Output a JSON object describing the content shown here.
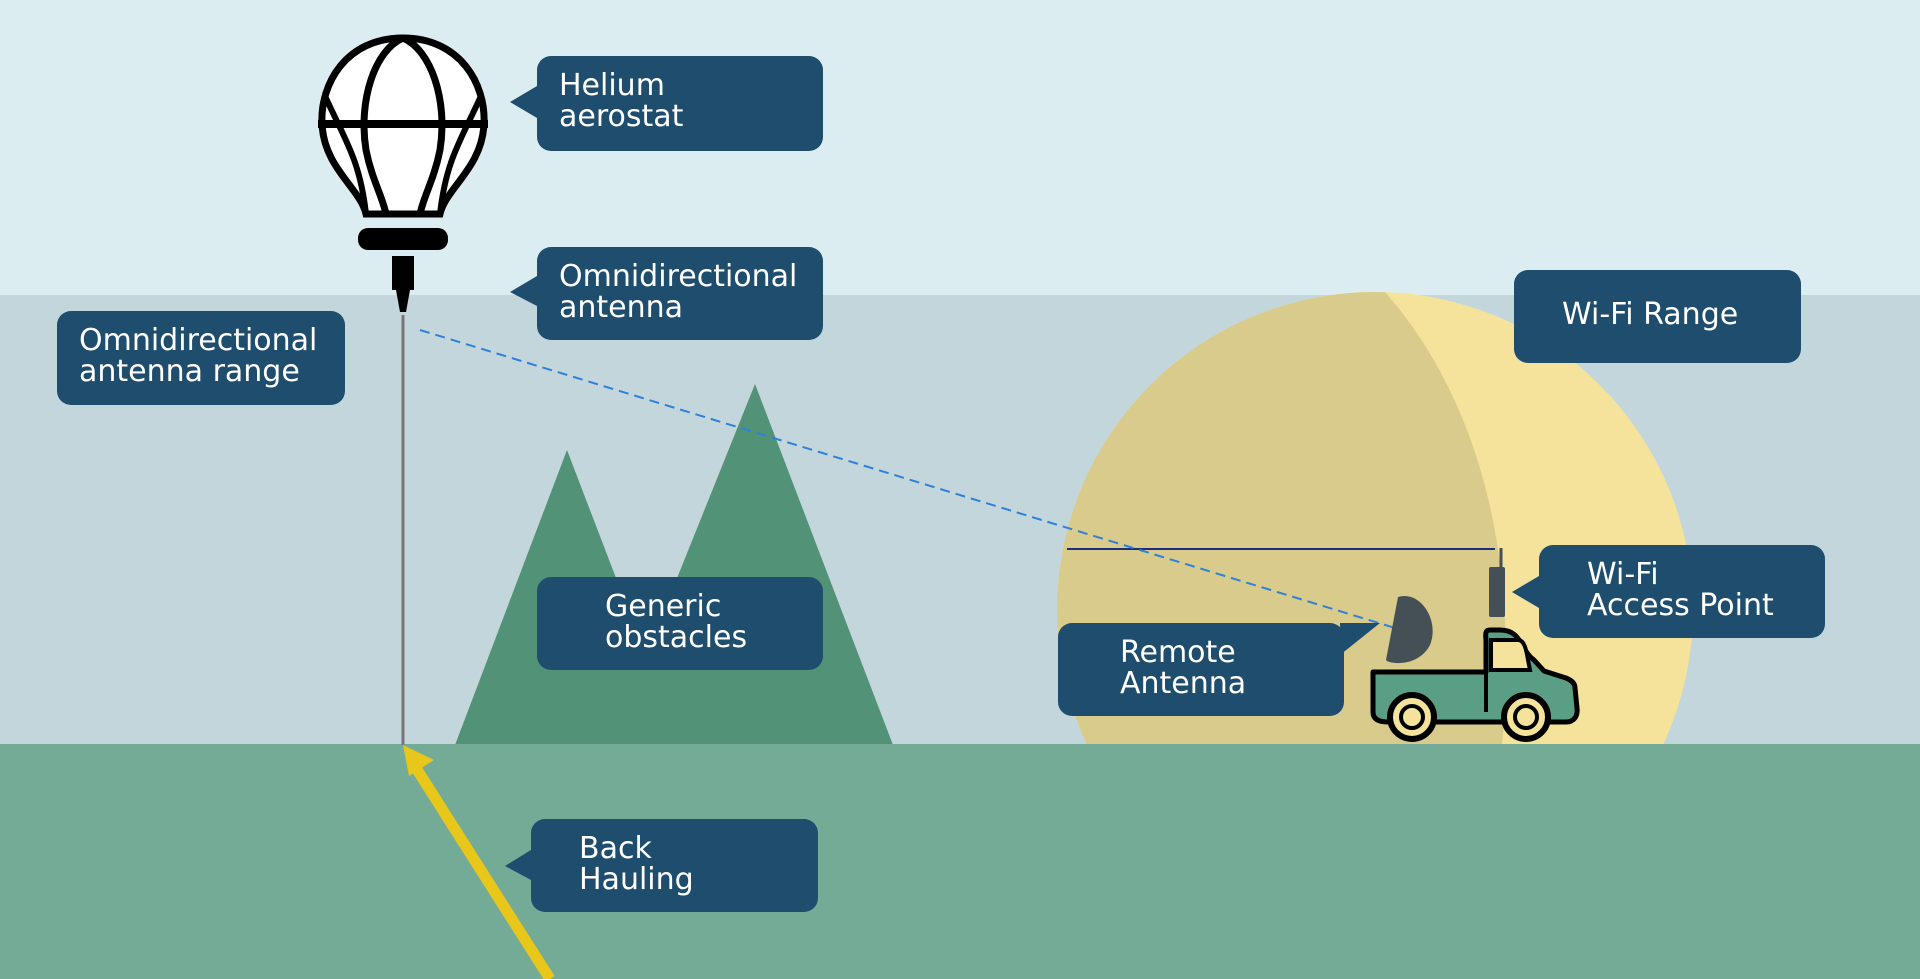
{
  "colors": {
    "sky": "#dcedf1",
    "range_band": "#c3d6db",
    "ground": "#74ab96",
    "mountain": "#529378",
    "wifi_range_light": "#f5e39b",
    "wifi_range_dark": "#d9cb8b",
    "callout_bg": "#1f4d6e",
    "callout_text": "#ffffff",
    "backhaul_arrow": "#e8c61a",
    "link_line": "#2f80d8",
    "truck_body": "#5a9e86"
  },
  "labels": {
    "helium_aerostat": [
      "Helium",
      "aerostat"
    ],
    "omni_antenna": [
      "Omnidirectional",
      "antenna"
    ],
    "omni_range": [
      "Omnidirectional",
      "antenna range"
    ],
    "generic_obstacles": [
      "Generic",
      "obstacles"
    ],
    "back_hauling": [
      "Back",
      "Hauling"
    ],
    "wifi_range": [
      "Wi-Fi Range"
    ],
    "wifi_access_point": [
      "Wi-Fi",
      "Access Point"
    ],
    "remote_antenna": [
      "Remote",
      "Antenna"
    ]
  },
  "icons": {
    "balloon": "hot-air-balloon-icon",
    "truck": "pickup-truck-icon",
    "dish": "satellite-dish-icon",
    "access_point": "antenna-icon"
  }
}
